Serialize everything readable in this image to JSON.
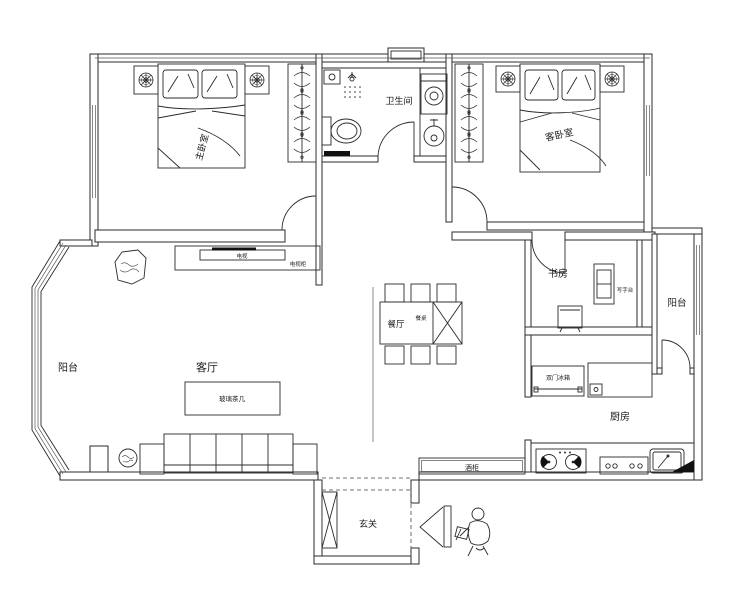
{
  "plan": {
    "title": "apartment-floor-plan",
    "rooms": {
      "master_bedroom": {
        "label": "主卧室"
      },
      "guest_bedroom": {
        "label": "客卧室"
      },
      "bathroom": {
        "label": "卫生间"
      },
      "living_room": {
        "label": "客厅"
      },
      "dining_room": {
        "label": "餐厅"
      },
      "study": {
        "label": "书房"
      },
      "kitchen": {
        "label": "厨房"
      },
      "balcony_left": {
        "label": "阳台"
      },
      "balcony_right": {
        "label": "阳台"
      },
      "entry": {
        "label": "玄关"
      }
    },
    "furniture": {
      "tv": {
        "label": "电视"
      },
      "tv_cabinet": {
        "label": "电视柜"
      },
      "coffee_table": {
        "label": "玻璃茶几"
      },
      "dining_table": {
        "label": "餐桌"
      },
      "wine_cabinet": {
        "label": "酒柜"
      },
      "fridge": {
        "label": "双门冰箱"
      },
      "desk": {
        "label": "写字台"
      }
    },
    "colors": {
      "line": "#2b2b2b",
      "text": "#1a1a1a",
      "background": "#ffffff",
      "fill_dark": "#111111"
    }
  }
}
